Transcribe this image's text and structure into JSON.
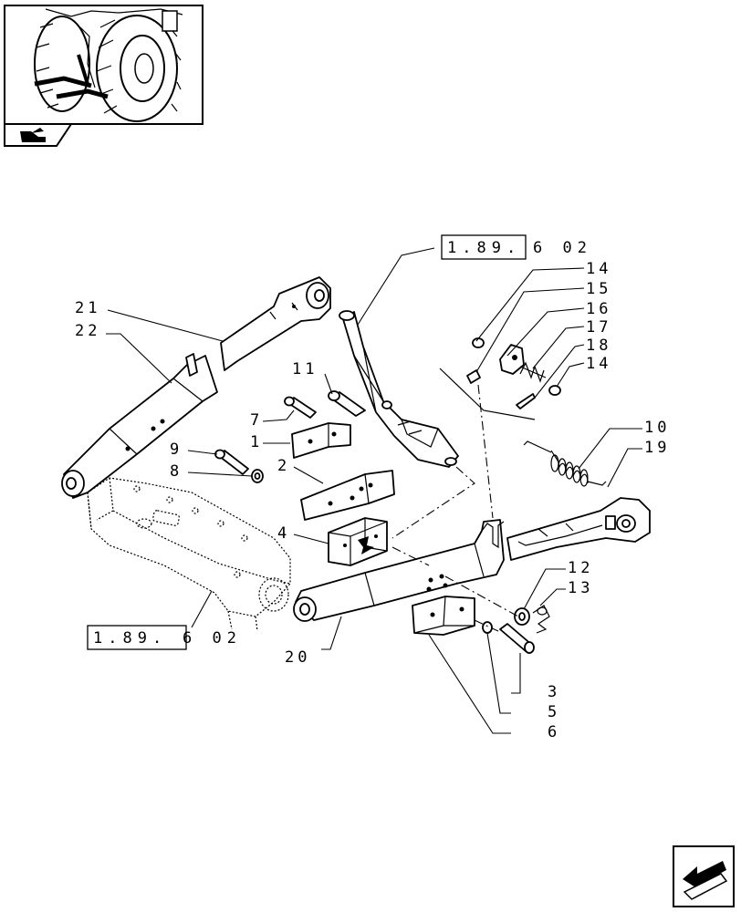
{
  "labels": {
    "p1": "1",
    "p2": "2",
    "p3": "3",
    "p4": "4",
    "p5": "5",
    "p6": "6",
    "p7": "7",
    "p8": "8",
    "p9": "9",
    "p10": "10",
    "p11": "11",
    "p12": "12",
    "p13": "13",
    "p14a": "14",
    "p15": "15",
    "p16": "16",
    "p17": "17",
    "p18": "18",
    "p14b": "14",
    "p19": "19",
    "p20": "20",
    "p21": "21",
    "p22": "22"
  },
  "references": {
    "top_box": "1.89.",
    "top_suffix": "6 02",
    "bottom_box": "1.89.",
    "bottom_suffix": "6 02"
  },
  "icons": {
    "thumbnail": "tractor-rear-wheel-thumbnail",
    "section": "hitch-section-icon",
    "navigate": "next-page-arrow-icon"
  }
}
